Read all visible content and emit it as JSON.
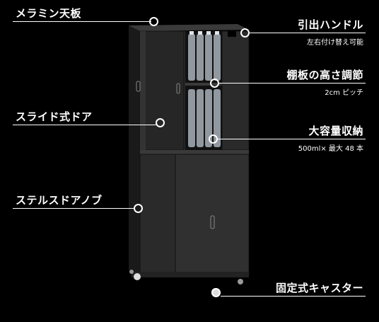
{
  "callouts": {
    "top_board": {
      "label": "メラミン天板"
    },
    "handle": {
      "label": "引出ハンドル",
      "sub": "左右付け替え可能"
    },
    "shelf": {
      "label": "棚板の高さ調節",
      "sub": "2cm ピッチ"
    },
    "sliding_door": {
      "label": "スライド式ドア"
    },
    "capacity": {
      "label": "大容量収納",
      "sub": "500ml× 最大 48 本"
    },
    "stealth_door": {
      "label": "ステルスドアノブ"
    },
    "caster": {
      "label": "固定式キャスター"
    }
  },
  "colors": {
    "background": "#000000",
    "cabinet": "#2b2b2b",
    "cabinet_dark": "#1e1e1e",
    "accent_line": "#ffffff"
  }
}
